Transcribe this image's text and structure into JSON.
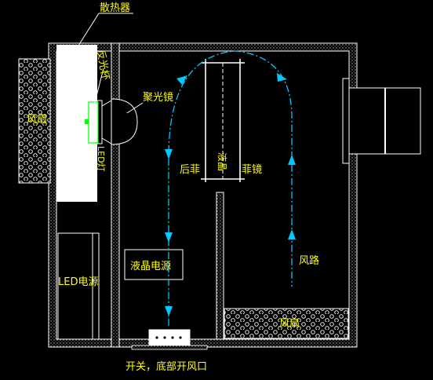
{
  "labels": {
    "heatsink": "散热器",
    "reflector": "反光杯",
    "fan_left": "风扇",
    "condenser": "聚光镜",
    "led_lamp": "LED灯",
    "rear_fresnel": "后菲",
    "lcd": "液晶",
    "fresnel": "菲镜",
    "lcd_power": "液晶电源",
    "led_power": "LED电源",
    "airflow": "风路",
    "fan_bottom": "风扇",
    "switch_vent": "开关，底部开风口"
  },
  "colors": {
    "background": "#000000",
    "line": "#ffffff",
    "label": "#ffff00",
    "airflow": "#00c8ff",
    "indicator": "#00ff00"
  }
}
